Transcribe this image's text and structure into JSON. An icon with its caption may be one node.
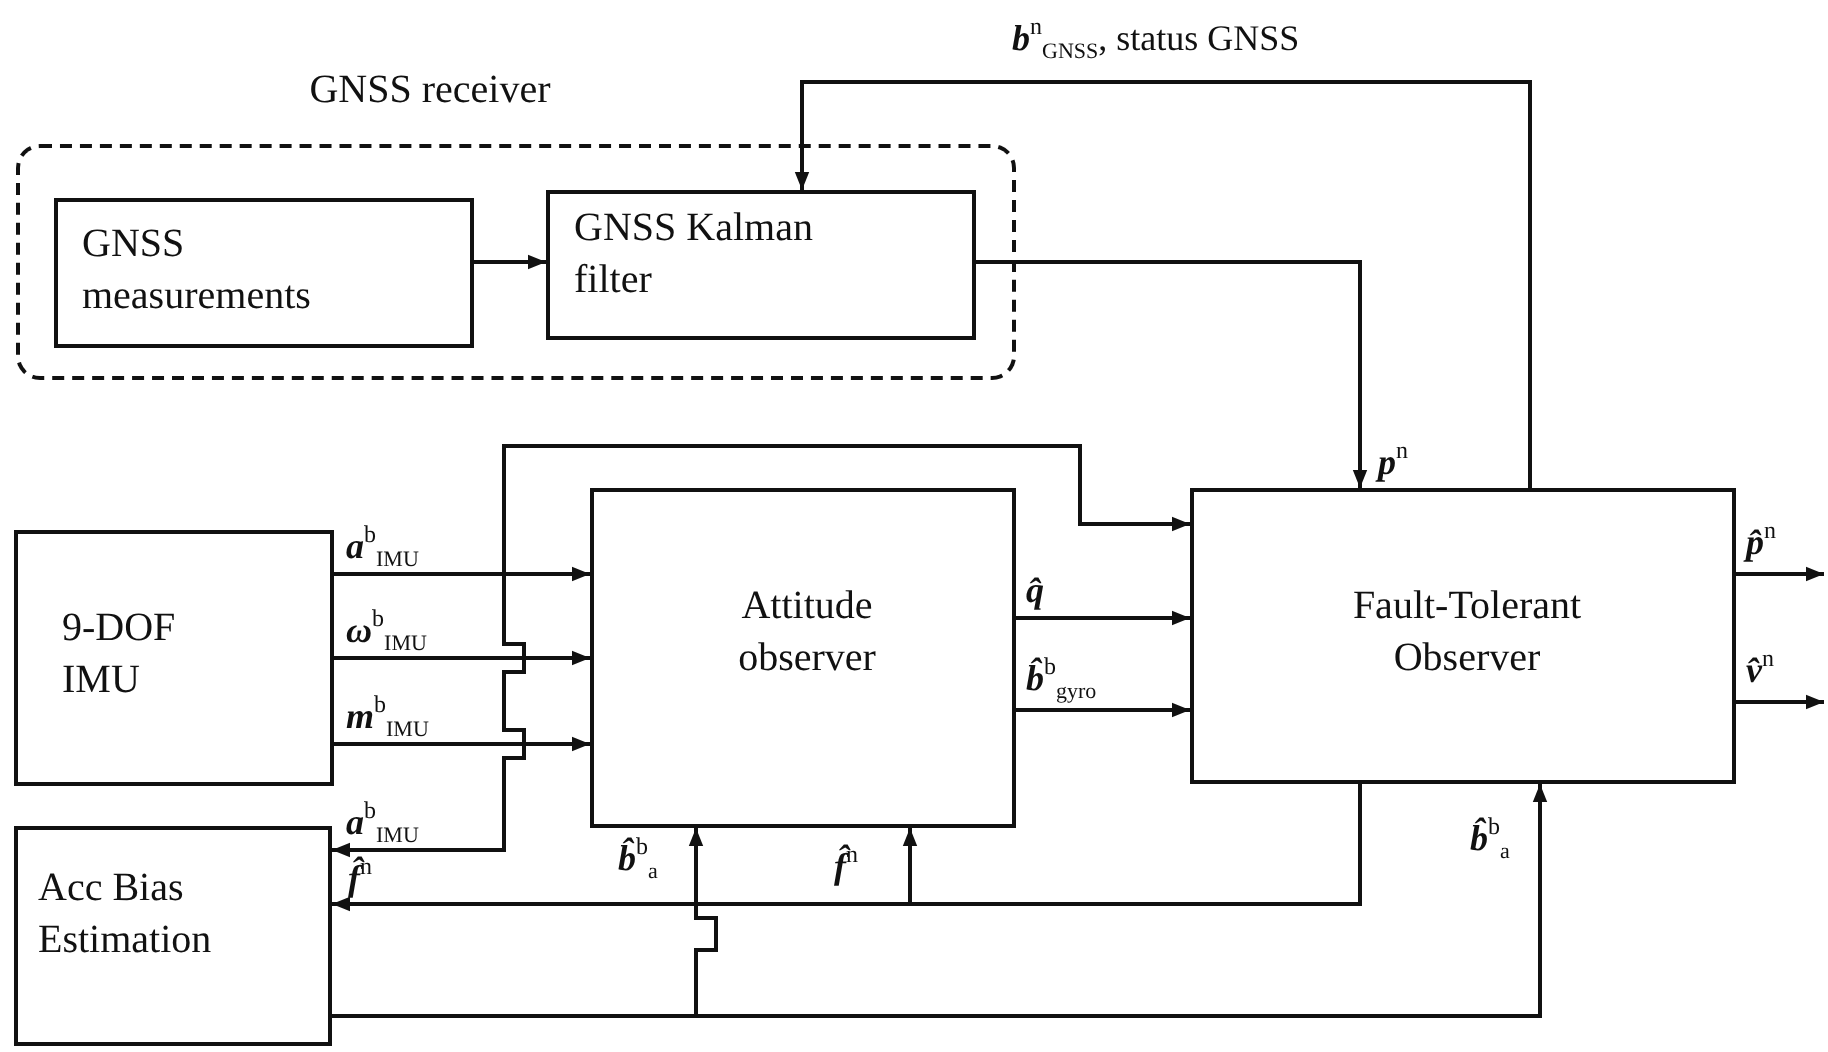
{
  "diagram": {
    "nodes": [
      {
        "text": [
          "GNSS receiver"
        ]
      },
      {
        "text": [
          "GNSS measurements"
        ],
        "in": 0
      },
      {
        "text": [
          "GNSS Kalman filter"
        ],
        "in": 0
      },
      {
        "text": [
          "9-DOF IMU"
        ]
      },
      {
        "text": [
          "Attitude observer"
        ]
      },
      {
        "text": [
          "Fault-Tolerant Observer"
        ]
      },
      {
        "text": [
          "Acc Bias Estimation"
        ]
      }
    ],
    "edges": [
      {
        "from": 1,
        "to": 2,
        "arrow": "to"
      },
      {
        "from": 2,
        "to": 5,
        "arrow": "to",
        "label": "**p**$^{n}$"
      },
      {
        "from": 5,
        "to": 2,
        "arrow": "to",
        "label": "**b**$^{n}$$_{GNSS}$, status GNSS"
      },
      {
        "from": 3,
        "to": 4,
        "arrow": "to",
        "label": "**a**$^{b}$$_{IMU}$"
      },
      {
        "from": 3,
        "to": 4,
        "arrow": "to",
        "label": "**ω**$^{b}$$_{IMU}$"
      },
      {
        "from": 3,
        "to": 4,
        "arrow": "to",
        "label": "**m**$^{b}$$_{IMU}$"
      },
      {
        "from": 3,
        "to": 5,
        "arrow": "to"
      },
      {
        "from": 3,
        "to": 6,
        "arrow": "to",
        "label": "**a**$^{b}$$_{IMU}$"
      },
      {
        "from": 4,
        "to": 5,
        "arrow": "to",
        "label": "**q̂**"
      },
      {
        "from": 4,
        "to": 5,
        "arrow": "to",
        "label": "**b̂**$^{b}$$_{gyro}$"
      },
      {
        "from": 5,
        "to": 6,
        "arrow": "to",
        "label": "**f̂**$^{n}$"
      },
      {
        "from": 5,
        "to": 4,
        "arrow": "to",
        "label": "**f̂**$^{n}$"
      },
      {
        "from": 6,
        "to": 5,
        "arrow": "to",
        "label": "**b̂**$^{b}$$_{a}$"
      },
      {
        "from": 6,
        "to": 4,
        "arrow": "to",
        "label": "**b̂**$^{b}$$_{a}$"
      },
      {
        "from": 5,
        "to": null,
        "arrow": "to",
        "label": "**p̂**$^{n}$"
      },
      {
        "from": 5,
        "to": null,
        "arrow": "to",
        "label": "**v̂**$^{n}$"
      }
    ]
  }
}
